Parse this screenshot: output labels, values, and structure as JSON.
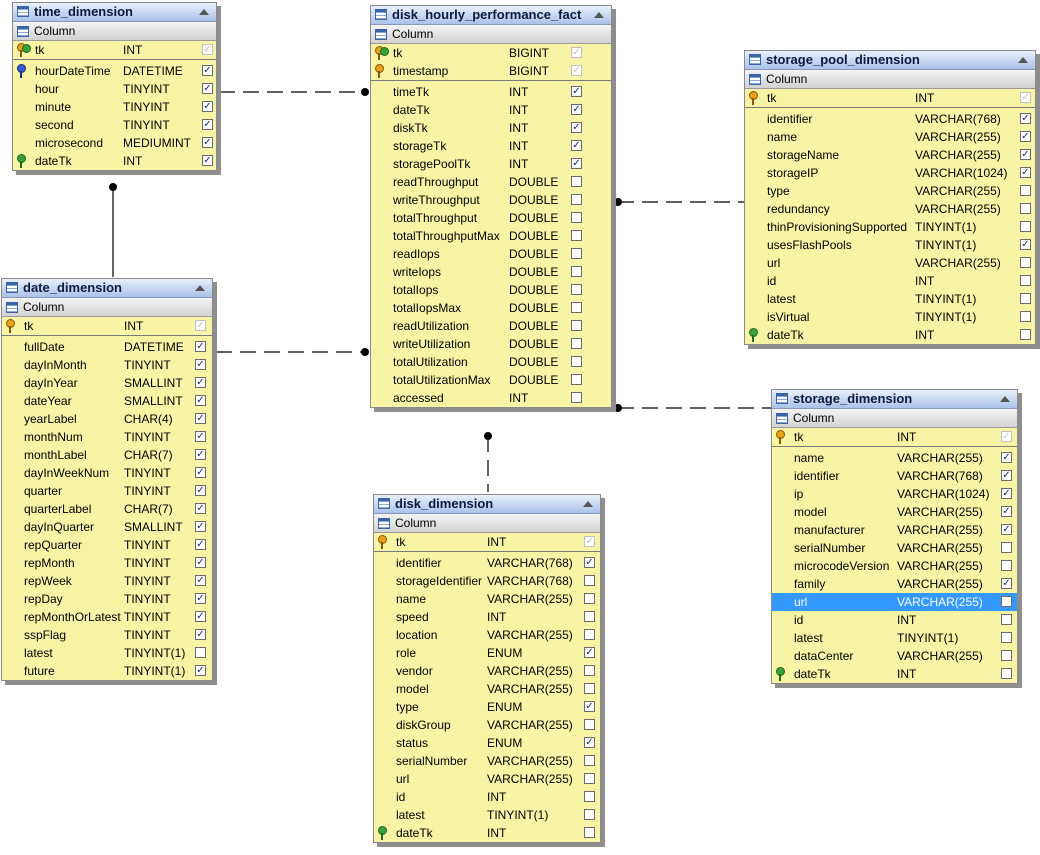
{
  "diagram": {
    "column_header": "Column",
    "tables": [
      {
        "name": "time_dimension",
        "pk_columns": [
          {
            "name": "tk",
            "type": "INT",
            "checked": true,
            "key": "pkfk"
          }
        ],
        "columns": [
          {
            "name": "hourDateTime",
            "type": "DATETIME",
            "checked": true,
            "key": "idx"
          },
          {
            "name": "hour",
            "type": "TINYINT",
            "checked": true
          },
          {
            "name": "minute",
            "type": "TINYINT",
            "checked": true
          },
          {
            "name": "second",
            "type": "TINYINT",
            "checked": true
          },
          {
            "name": "microsecond",
            "type": "MEDIUMINT",
            "checked": true
          },
          {
            "name": "dateTk",
            "type": "INT",
            "checked": true,
            "key": "fk"
          }
        ]
      },
      {
        "name": "disk_hourly_performance_fact",
        "pk_columns": [
          {
            "name": "tk",
            "type": "BIGINT",
            "checked": true,
            "key": "pkfk"
          },
          {
            "name": "timestamp",
            "type": "BIGINT",
            "checked": true,
            "key": "pk"
          }
        ],
        "columns": [
          {
            "name": "timeTk",
            "type": "INT",
            "checked": true
          },
          {
            "name": "dateTk",
            "type": "INT",
            "checked": true
          },
          {
            "name": "diskTk",
            "type": "INT",
            "checked": true
          },
          {
            "name": "storageTk",
            "type": "INT",
            "checked": true
          },
          {
            "name": "storagePoolTk",
            "type": "INT",
            "checked": true
          },
          {
            "name": "readThroughput",
            "type": "DOUBLE",
            "checked": false
          },
          {
            "name": "writeThroughput",
            "type": "DOUBLE",
            "checked": false
          },
          {
            "name": "totalThroughput",
            "type": "DOUBLE",
            "checked": false
          },
          {
            "name": "totalThroughputMax",
            "type": "DOUBLE",
            "checked": false
          },
          {
            "name": "readIops",
            "type": "DOUBLE",
            "checked": false
          },
          {
            "name": "writeIops",
            "type": "DOUBLE",
            "checked": false
          },
          {
            "name": "totalIops",
            "type": "DOUBLE",
            "checked": false
          },
          {
            "name": "totalIopsMax",
            "type": "DOUBLE",
            "checked": false
          },
          {
            "name": "readUtilization",
            "type": "DOUBLE",
            "checked": false
          },
          {
            "name": "writeUtilization",
            "type": "DOUBLE",
            "checked": false
          },
          {
            "name": "totalUtilization",
            "type": "DOUBLE",
            "checked": false
          },
          {
            "name": "totalUtilizationMax",
            "type": "DOUBLE",
            "checked": false
          },
          {
            "name": "accessed",
            "type": "INT",
            "checked": false
          }
        ]
      },
      {
        "name": "storage_pool_dimension",
        "pk_columns": [
          {
            "name": "tk",
            "type": "INT",
            "checked": true,
            "key": "pk"
          }
        ],
        "columns": [
          {
            "name": "identifier",
            "type": "VARCHAR(768)",
            "checked": true
          },
          {
            "name": "name",
            "type": "VARCHAR(255)",
            "checked": true
          },
          {
            "name": "storageName",
            "type": "VARCHAR(255)",
            "checked": true
          },
          {
            "name": "storageIP",
            "type": "VARCHAR(1024)",
            "checked": true
          },
          {
            "name": "type",
            "type": "VARCHAR(255)",
            "checked": false
          },
          {
            "name": "redundancy",
            "type": "VARCHAR(255)",
            "checked": false
          },
          {
            "name": "thinProvisioningSupported",
            "type": "TINYINT(1)",
            "checked": false
          },
          {
            "name": "usesFlashPools",
            "type": "TINYINT(1)",
            "checked": true
          },
          {
            "name": "url",
            "type": "VARCHAR(255)",
            "checked": false
          },
          {
            "name": "id",
            "type": "INT",
            "checked": false
          },
          {
            "name": "latest",
            "type": "TINYINT(1)",
            "checked": false
          },
          {
            "name": "isVirtual",
            "type": "TINYINT(1)",
            "checked": false
          },
          {
            "name": "dateTk",
            "type": "INT",
            "checked": false,
            "key": "fk"
          }
        ]
      },
      {
        "name": "date_dimension",
        "pk_columns": [
          {
            "name": "tk",
            "type": "INT",
            "checked": true,
            "key": "pk"
          }
        ],
        "columns": [
          {
            "name": "fullDate",
            "type": "DATETIME",
            "checked": true
          },
          {
            "name": "dayInMonth",
            "type": "TINYINT",
            "checked": true
          },
          {
            "name": "dayInYear",
            "type": "SMALLINT",
            "checked": true
          },
          {
            "name": "dateYear",
            "type": "SMALLINT",
            "checked": true
          },
          {
            "name": "yearLabel",
            "type": "CHAR(4)",
            "checked": true
          },
          {
            "name": "monthNum",
            "type": "TINYINT",
            "checked": true
          },
          {
            "name": "monthLabel",
            "type": "CHAR(7)",
            "checked": true
          },
          {
            "name": "dayInWeekNum",
            "type": "TINYINT",
            "checked": true
          },
          {
            "name": "quarter",
            "type": "TINYINT",
            "checked": true
          },
          {
            "name": "quarterLabel",
            "type": "CHAR(7)",
            "checked": true
          },
          {
            "name": "dayInQuarter",
            "type": "SMALLINT",
            "checked": true
          },
          {
            "name": "repQuarter",
            "type": "TINYINT",
            "checked": true
          },
          {
            "name": "repMonth",
            "type": "TINYINT",
            "checked": true
          },
          {
            "name": "repWeek",
            "type": "TINYINT",
            "checked": true
          },
          {
            "name": "repDay",
            "type": "TINYINT",
            "checked": true
          },
          {
            "name": "repMonthOrLatest",
            "type": "TINYINT",
            "checked": true
          },
          {
            "name": "sspFlag",
            "type": "TINYINT",
            "checked": true
          },
          {
            "name": "latest",
            "type": "TINYINT(1)",
            "checked": false
          },
          {
            "name": "future",
            "type": "TINYINT(1)",
            "checked": true
          }
        ]
      },
      {
        "name": "storage_dimension",
        "pk_columns": [
          {
            "name": "tk",
            "type": "INT",
            "checked": true,
            "key": "pk"
          }
        ],
        "columns": [
          {
            "name": "name",
            "type": "VARCHAR(255)",
            "checked": true
          },
          {
            "name": "identifier",
            "type": "VARCHAR(768)",
            "checked": true
          },
          {
            "name": "ip",
            "type": "VARCHAR(1024)",
            "checked": true
          },
          {
            "name": "model",
            "type": "VARCHAR(255)",
            "checked": true
          },
          {
            "name": "manufacturer",
            "type": "VARCHAR(255)",
            "checked": true
          },
          {
            "name": "serialNumber",
            "type": "VARCHAR(255)",
            "checked": false
          },
          {
            "name": "microcodeVersion",
            "type": "VARCHAR(255)",
            "checked": false
          },
          {
            "name": "family",
            "type": "VARCHAR(255)",
            "checked": true
          },
          {
            "name": "url",
            "type": "VARCHAR(255)",
            "checked": false,
            "selected": true
          },
          {
            "name": "id",
            "type": "INT",
            "checked": false
          },
          {
            "name": "latest",
            "type": "TINYINT(1)",
            "checked": false
          },
          {
            "name": "dataCenter",
            "type": "VARCHAR(255)",
            "checked": false
          },
          {
            "name": "dateTk",
            "type": "INT",
            "checked": false,
            "key": "fk"
          }
        ]
      },
      {
        "name": "disk_dimension",
        "pk_columns": [
          {
            "name": "tk",
            "type": "INT",
            "checked": true,
            "key": "pk"
          }
        ],
        "columns": [
          {
            "name": "identifier",
            "type": "VARCHAR(768)",
            "checked": true
          },
          {
            "name": "storageIdentifier",
            "type": "VARCHAR(768)",
            "checked": false
          },
          {
            "name": "name",
            "type": "VARCHAR(255)",
            "checked": false
          },
          {
            "name": "speed",
            "type": "INT",
            "checked": false
          },
          {
            "name": "location",
            "type": "VARCHAR(255)",
            "checked": false
          },
          {
            "name": "role",
            "type": "ENUM",
            "checked": true
          },
          {
            "name": "vendor",
            "type": "VARCHAR(255)",
            "checked": false
          },
          {
            "name": "model",
            "type": "VARCHAR(255)",
            "checked": false
          },
          {
            "name": "type",
            "type": "ENUM",
            "checked": true
          },
          {
            "name": "diskGroup",
            "type": "VARCHAR(255)",
            "checked": false
          },
          {
            "name": "status",
            "type": "ENUM",
            "checked": true
          },
          {
            "name": "serialNumber",
            "type": "VARCHAR(255)",
            "checked": false
          },
          {
            "name": "url",
            "type": "VARCHAR(255)",
            "checked": false
          },
          {
            "name": "id",
            "type": "INT",
            "checked": false
          },
          {
            "name": "latest",
            "type": "TINYINT(1)",
            "checked": false
          },
          {
            "name": "dateTk",
            "type": "INT",
            "checked": false,
            "key": "fk"
          }
        ]
      }
    ]
  }
}
